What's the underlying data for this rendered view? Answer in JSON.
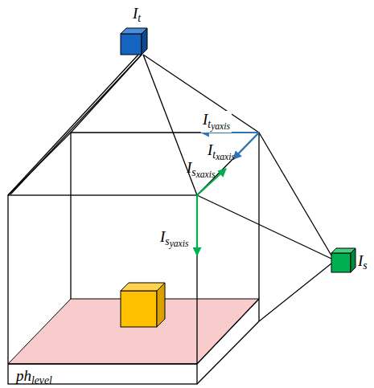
{
  "diagram": {
    "labels": [
      "It",
      "Ityaxis",
      "Itxaxis",
      "Isxaxis",
      "Isyaxis",
      "Is",
      "phlevel"
    ]
  }
}
